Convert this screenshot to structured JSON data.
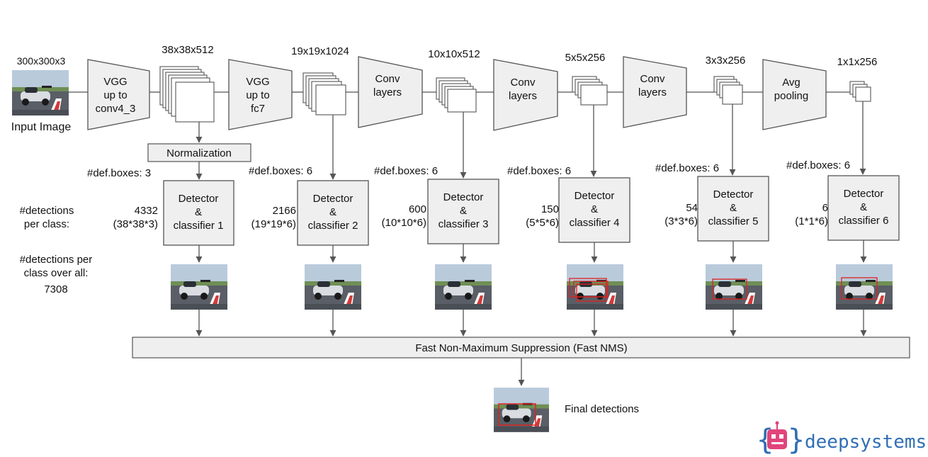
{
  "input": {
    "size": "300x300x3",
    "label": "Input Image"
  },
  "blocks": [
    {
      "lines": [
        "VGG",
        "up to",
        "conv4_3"
      ]
    },
    {
      "lines": [
        "VGG",
        "up to",
        "fc7"
      ]
    },
    {
      "lines": [
        "Conv",
        "layers"
      ]
    },
    {
      "lines": [
        "Conv",
        "layers"
      ]
    },
    {
      "lines": [
        "Conv",
        "layers"
      ]
    },
    {
      "lines": [
        "Avg",
        "pooling"
      ]
    }
  ],
  "feature_maps": [
    "38x38x512",
    "19x19x1024",
    "10x10x512",
    "5x5x256",
    "3x3x256",
    "1x1x256"
  ],
  "normalization": "Normalization",
  "def_boxes": [
    "#def.boxes: 3",
    "#def.boxes: 6",
    "#def.boxes: 6",
    "#def.boxes: 6",
    "#def.boxes: 6",
    "#def.boxes: 6"
  ],
  "detectors": [
    {
      "lines": [
        "Detector",
        "&",
        "classifier 1"
      ],
      "count": "4332",
      "formula": "(38*38*3)"
    },
    {
      "lines": [
        "Detector",
        "&",
        "classifier 2"
      ],
      "count": "2166",
      "formula": "(19*19*6)"
    },
    {
      "lines": [
        "Detector",
        "&",
        "classifier 3"
      ],
      "count": "600",
      "formula": "(10*10*6)"
    },
    {
      "lines": [
        "Detector",
        "&",
        "classifier 4"
      ],
      "count": "150",
      "formula": "(5*5*6)"
    },
    {
      "lines": [
        "Detector",
        "&",
        "classifier 5"
      ],
      "count": "54",
      "formula": "(3*3*6)"
    },
    {
      "lines": [
        "Detector",
        "&",
        "classifier 6"
      ],
      "count": "6",
      "formula": "(1*1*6)"
    }
  ],
  "detections_per_class": [
    "#detections",
    "per class:"
  ],
  "detections_overall": [
    "#detections per",
    "class over all:",
    "7308"
  ],
  "nms": "Fast Non-Maximum Suppression (Fast NMS)",
  "final": "Final detections",
  "logo": {
    "text": "deepsystems.io",
    "brace_left": "{",
    "brace_right": "}"
  },
  "colors": {
    "box_fill": "#efefef",
    "box_stroke": "#555555",
    "arrow": "#555555",
    "logo_blue": "#2f6fb5",
    "logo_pink": "#e0457b",
    "detection_red": "#e02020"
  }
}
